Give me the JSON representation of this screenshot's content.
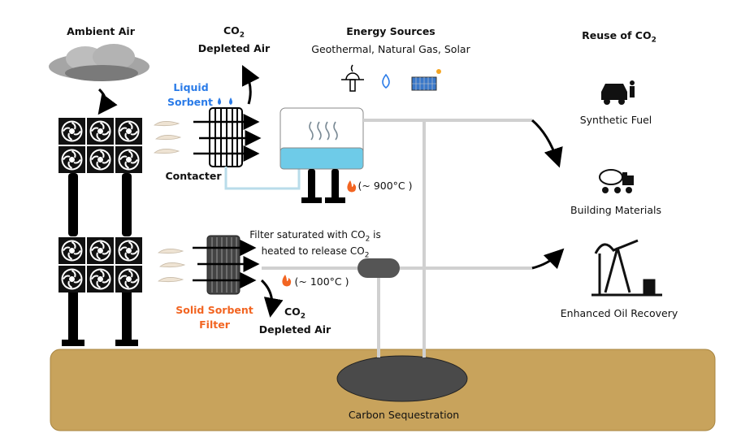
{
  "labels": {
    "ambient_air": "Ambient Air",
    "co2_top": "CO",
    "co2_sub": "2",
    "depleted_air": "Depleted Air",
    "energy_title": "Energy Sources",
    "energy_list": "Geothermal, Natural Gas, Solar",
    "liquid": "Liquid",
    "sorbent": "Sorbent",
    "contacter": "Contacter",
    "temp_high": "(~ 900°C )",
    "filter_note_1": "Filter saturated with CO",
    "filter_note_1b": " is",
    "filter_note_2": "heated to release CO",
    "temp_low": "(~ 100°C )",
    "solid_sorbent": "Solid Sorbent",
    "filter": "Filter",
    "reuse_title": "Reuse of CO",
    "synthetic_fuel": "Synthetic Fuel",
    "building_materials": "Building Materials",
    "enhanced_oil": "Enhanced Oil Recovery",
    "sequestration": "Carbon Sequestration"
  },
  "colors": {
    "ground": "#c8a35c",
    "water": "#6ecbe8",
    "liquid_sorbent": "#2a7be8",
    "solid_sorbent": "#f26522",
    "pipe": "#cfcfcf",
    "reservoir": "#4a4a4a"
  },
  "icons": [
    "cloud-icon",
    "fan-icon",
    "geothermal-icon",
    "flame-drop-icon",
    "solar-panel-icon",
    "fire-icon",
    "car-icon",
    "cement-mixer-icon",
    "pump-jack-icon"
  ]
}
